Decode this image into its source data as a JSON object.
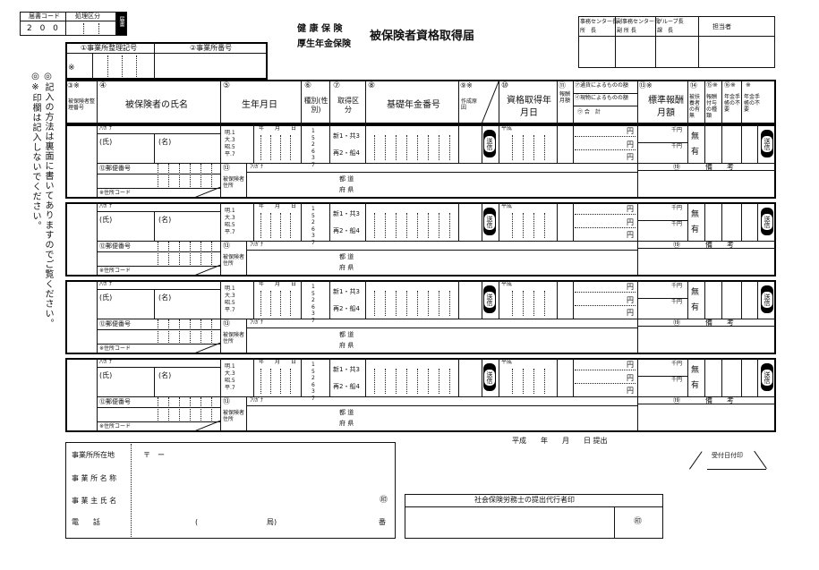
{
  "top": {
    "office_code_label": "届書コード",
    "processing_label": "処理区分",
    "office_code_value": "2 0 0",
    "small_vert": "届書",
    "title_small1": "健 康 保 険",
    "title_small2": "厚生年金保険",
    "title_main": "被保険者資格取得届",
    "stamp_boxes": [
      "事務センター長",
      "副事務センター長",
      "グループ長",
      "担当者"
    ],
    "stamp_sub": [
      "所　長",
      "副 所 長",
      "課　長"
    ],
    "reg_no_label": "①事業所整理記号",
    "office_no_label": "②事業所番号",
    "asterisk": "※"
  },
  "note": {
    "line1": "◎記入の方法は裏面に書いてありますのでご覧ください。",
    "line2": "◎※印欄は記入しないでください。"
  },
  "headers": {
    "c3": "③※",
    "c3sub": "被保険者整理番号",
    "c4": "④",
    "c4sub": "被保険者の氏名",
    "c5": "⑤",
    "c5sub": "生年月日",
    "c6": "⑥",
    "c6sub": "種別(性別)",
    "c7": "⑦",
    "c7sub": "取得区分",
    "c8": "⑧",
    "c8sub": "基礎年金番号",
    "c9": "⑨※",
    "c9sub": "作成原因",
    "c10": "⑩",
    "c10sub": "資格取得年月日",
    "c11": "⑪",
    "c11sub": "報酬月額",
    "c12a": "㋐通貨によるものの額",
    "c12b": "㋑現物によるものの額",
    "c12c": "㋒ 合　計",
    "c13": "⑬※",
    "c13sub": "標準報酬月額",
    "c14": "⑭",
    "c14sub": "被扶養者の有無",
    "c15": "⑮※",
    "c15sub": "報酬付与の種類",
    "c16": "⑯※",
    "c16sub": "年金手帳の不要",
    "c17": "※",
    "c17sub": "年金手帳の不要"
  },
  "row": {
    "furigana": "ﾌﾘｶﾞﾅ",
    "shi": "(氏)",
    "mei": "(名)",
    "eras": "明.1\n大.3\n昭.5\n平.7",
    "ymd": [
      "年",
      "月",
      "日"
    ],
    "kinds": "1\n5\n2\n6\n3\n7",
    "cat_top": "新1・共3",
    "cat_bot": "再2・船4",
    "send": "送信",
    "heisei": "平成",
    "yen": "円",
    "thousand": "千円",
    "mu": "無",
    "yu": "有",
    "postal": "⑫郵便番号",
    "addr_code": "※住所コード",
    "addr_label": "被保険者住所",
    "c13n": "⑬",
    "pref1": "都 道",
    "pref2": "府 県",
    "remark_no": "⑲",
    "remark": "備　　考"
  },
  "bottom": {
    "date": "平成　　年　　月　　日 提出",
    "receipt": "受付日付印",
    "addr_label": "事業所所在地",
    "postal_mark": "〒　ー",
    "name_label": "事 業 所 名 称",
    "owner_label": "事 業 主 氏 名",
    "phone_label": "電　　話",
    "phone_paren_l": "(",
    "phone_paren_r": "局)",
    "phone_ban": "番",
    "seal": "㊞",
    "agent_title": "社会保険労務士の提出代行者印",
    "agent_seal": "㊞"
  }
}
